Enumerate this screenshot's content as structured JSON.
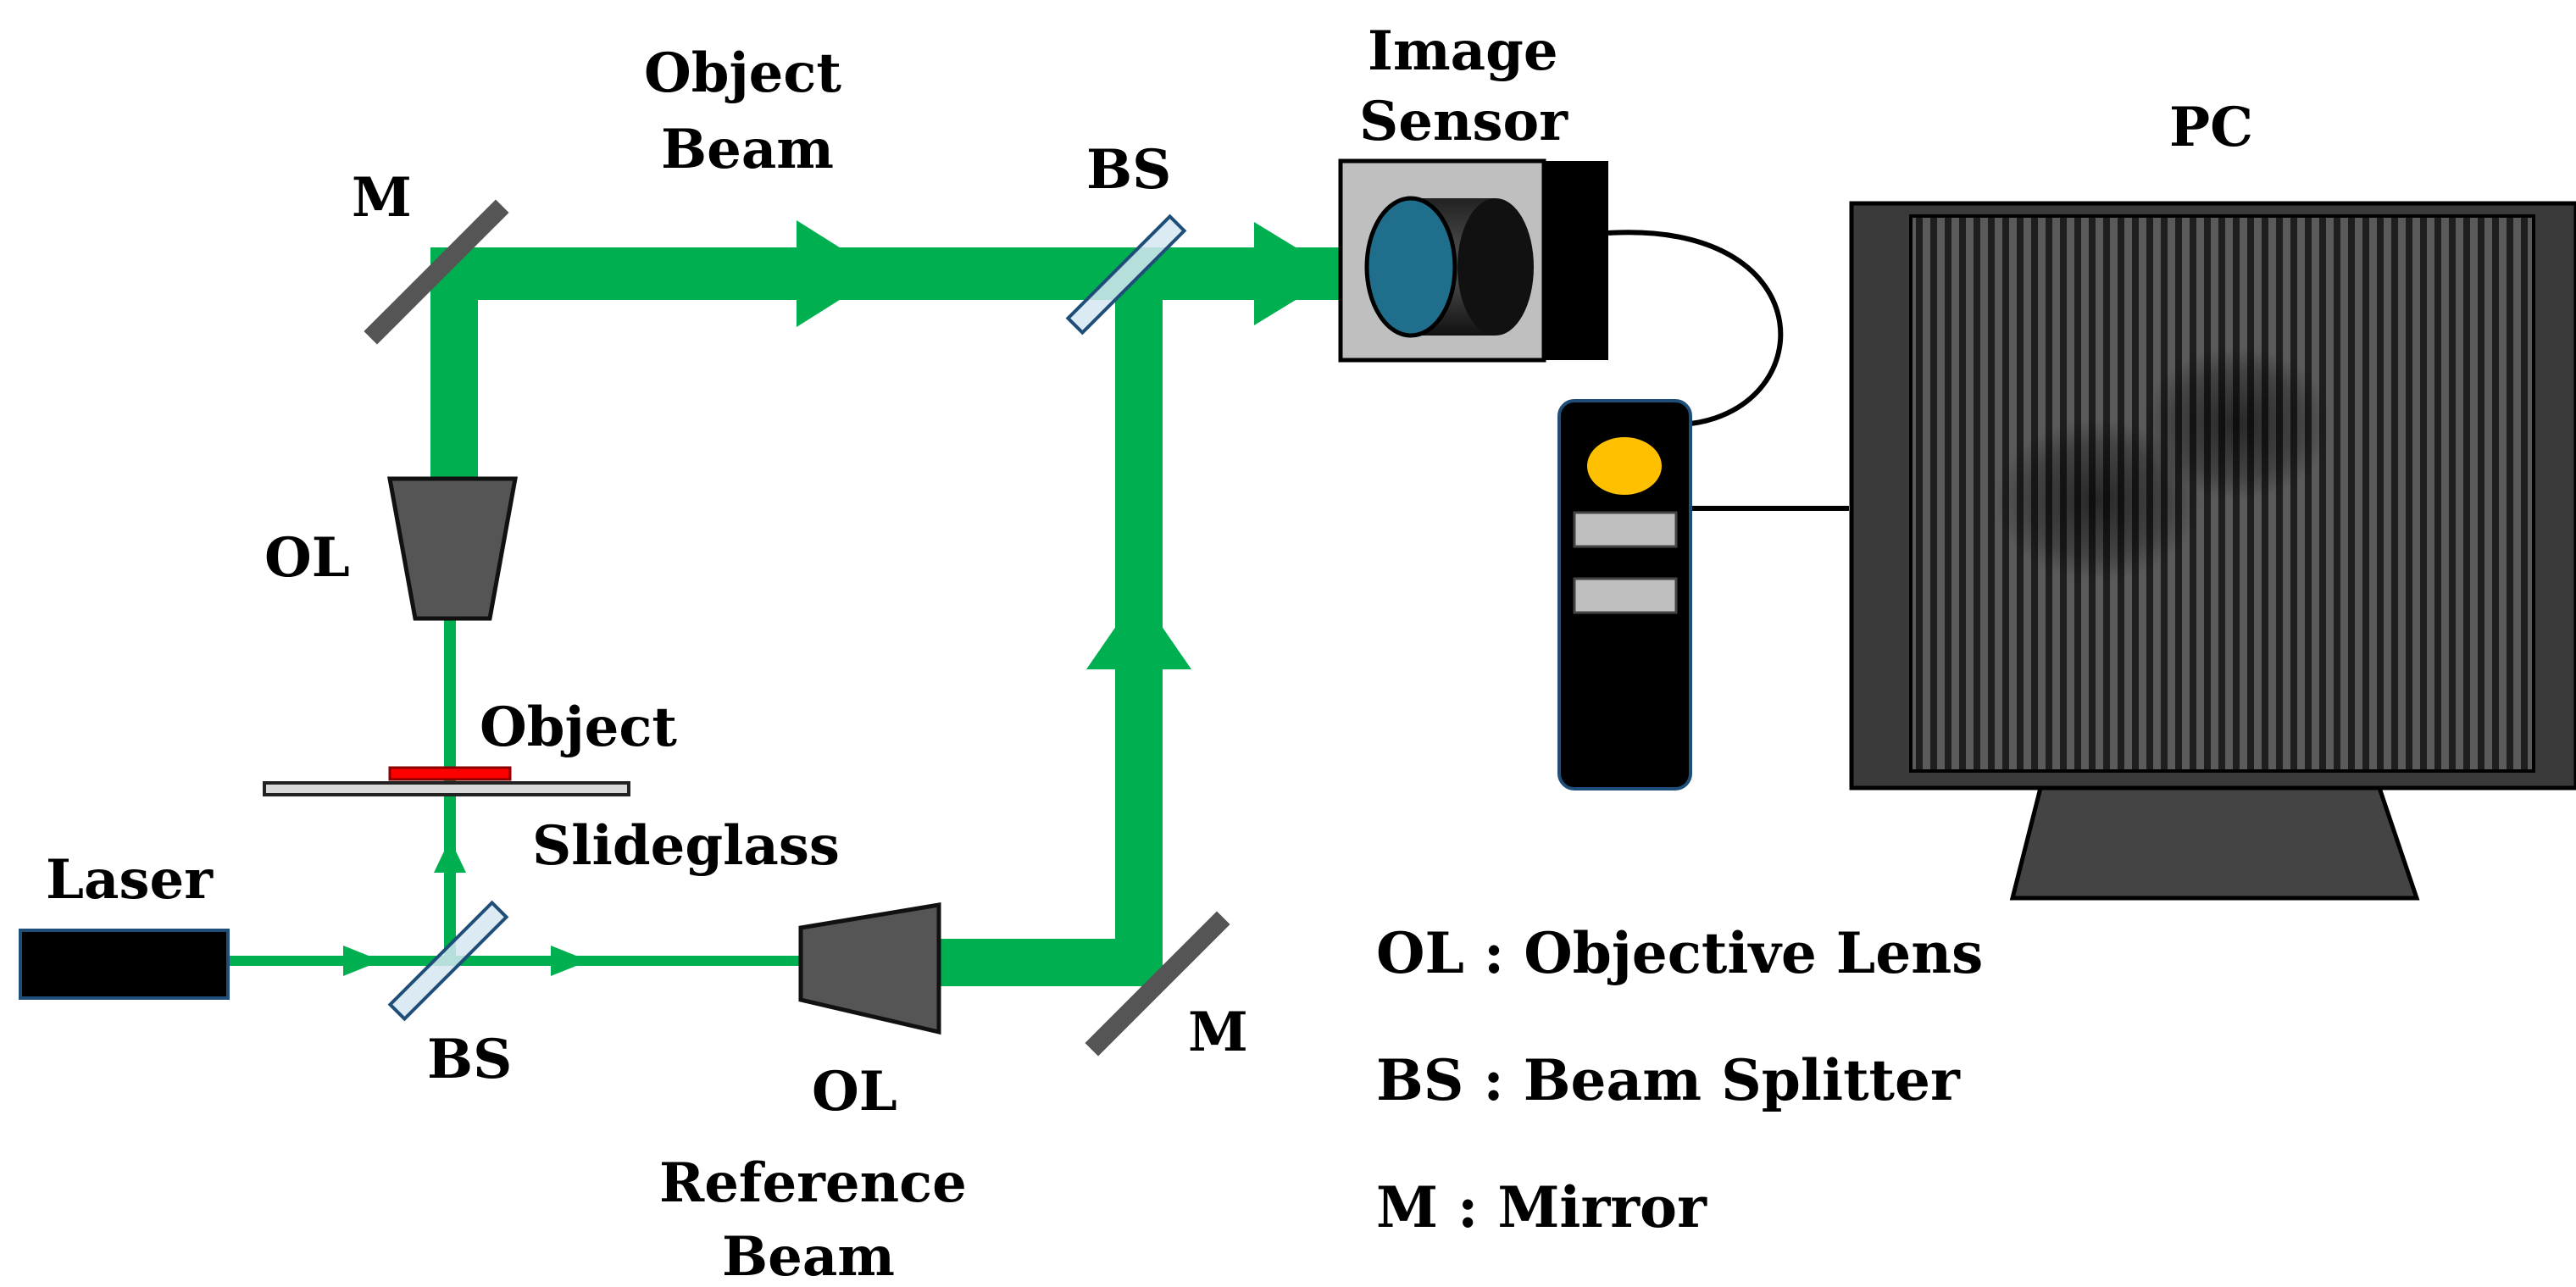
{
  "labels": {
    "object_beam_1": "Object",
    "object_beam_2": "Beam",
    "mirror_top": "M",
    "bs_top": "BS",
    "image_sensor_1": "Image",
    "image_sensor_2": "Sensor",
    "pc": "PC",
    "ol_left": "OL",
    "object": "Object",
    "slideglass": "Slideglass",
    "laser": "Laser",
    "bs_bottom": "BS",
    "ol_bottom": "OL",
    "mirror_bottom": "M",
    "reference_beam_1": "Reference",
    "reference_beam_2": "Beam"
  },
  "legend": [
    "OL : Objective Lens",
    "BS : Beam Splitter",
    "M : Mirror"
  ],
  "colors": {
    "beam": "#00b050",
    "object_sample": "#ff0000",
    "sensor_lens": "#1f6e8c",
    "indicator": "#ffc000",
    "lens_body": "#555555"
  }
}
